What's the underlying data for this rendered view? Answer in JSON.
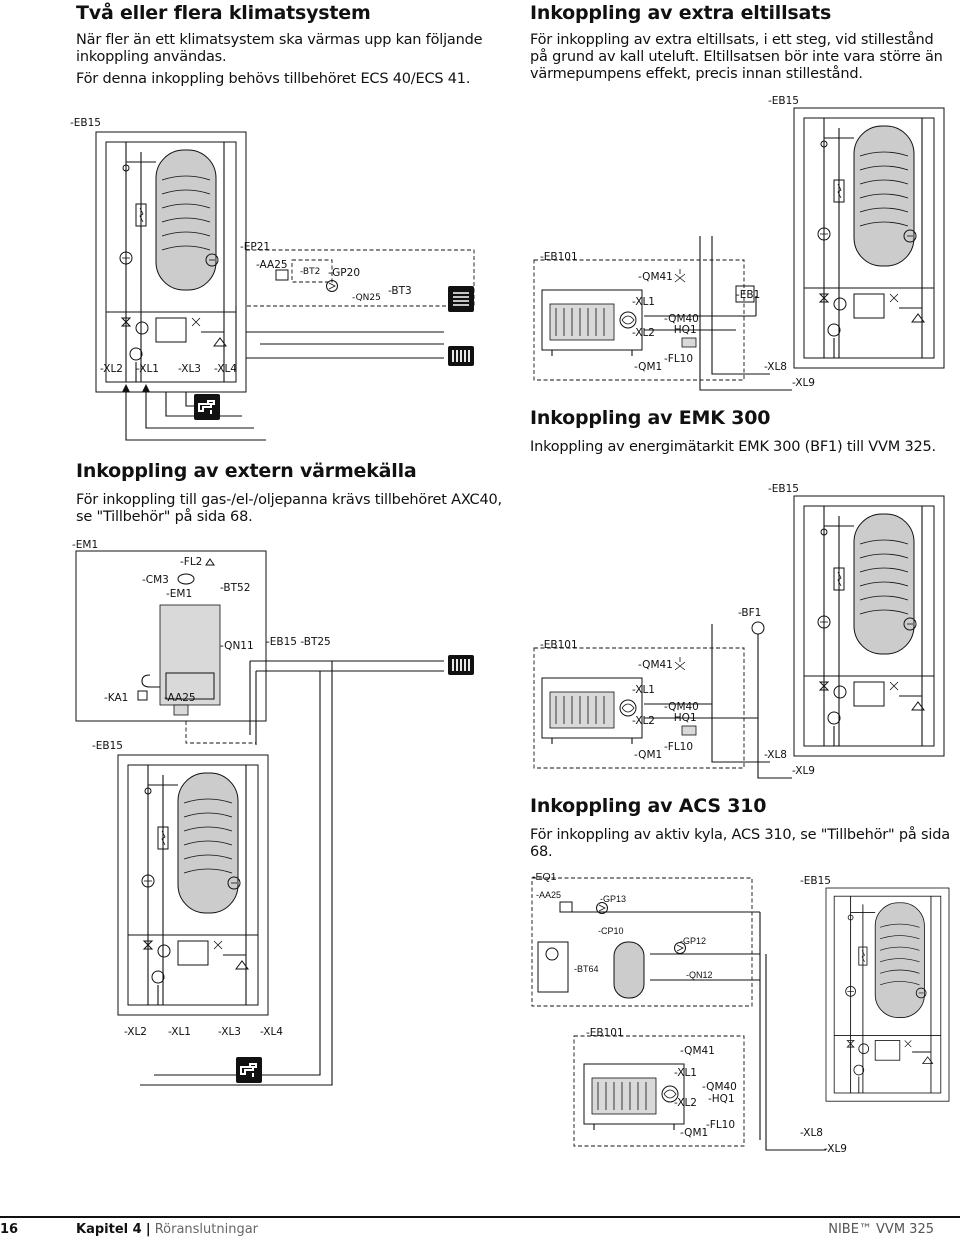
{
  "sections": {
    "tva": {
      "heading": "Två eller flera klimatsystem",
      "p1": "När fler än ett klimatsystem ska värmas upp kan följande inkoppling användas.",
      "p2": "För denna inkoppling behövs tillbehöret ECS 40/ECS 41."
    },
    "eltillsats": {
      "heading": "Inkoppling av extra eltillsats",
      "p1": "För inkoppling av extra eltillsats, i ett steg, vid stillestånd på grund av kall uteluft. Eltillsatsen bör inte vara större än värmepumpens effekt, precis innan stillestånd."
    },
    "extern": {
      "heading": "Inkoppling av extern värmekälla",
      "p1": "För inkoppling till gas-/el-/oljepanna krävs tillbehöret AXC40, se \"Tillbehör\" på sida 68."
    },
    "emk": {
      "heading": "Inkoppling av EMK 300",
      "p1": "Inkoppling av energimätarkit EMK 300 (BF1) till VVM 325."
    },
    "acs": {
      "heading": "Inkoppling av ACS 310",
      "p1": "För inkoppling av aktiv kyla, ACS 310, se \"Tillbehör\" på sida 68."
    }
  },
  "labels": {
    "eb15": "-EB15",
    "eb101": "-EB101",
    "ep21": "-EP21",
    "aa25": "-AA25",
    "bt2": "-BT2",
    "gp20": "-GP20",
    "qn25": "-QN25",
    "bt3": "-BT3",
    "xl1": "-XL1",
    "xl2": "-XL2",
    "xl3": "-XL3",
    "xl4": "-XL4",
    "xl8": "-XL8",
    "xl9": "-XL9",
    "qm41": "-QM41",
    "qm40": "-QM40",
    "qm1": "-QM1",
    "hq1": "-HQ1",
    "fl10": "-FL10",
    "eb1": "-EB1",
    "bf1": "-BF1",
    "em1": "-EM1",
    "fl2": "-FL2",
    "cm3": "-CM3",
    "bt52": "-BT52",
    "qn11": "-QN11",
    "eb15_bt25": "-EB15 -BT25",
    "ka1": "-KA1",
    "eq1": "-EQ1",
    "gp13": "-GP13",
    "cp10": "-CP10",
    "gp12": "-GP12",
    "bt64": "-BT64",
    "qn12": "-QN12"
  },
  "footer": {
    "page_number": "16",
    "chapter": "Kapitel 4",
    "chapter_title": "Röranslutningar",
    "brand": "NIBE™ VVM 325"
  },
  "icons": [
    "tap-icon",
    "radiator-icon",
    "floor-heating-icon",
    "pump-icon",
    "valve-icon",
    "heater-icon"
  ]
}
